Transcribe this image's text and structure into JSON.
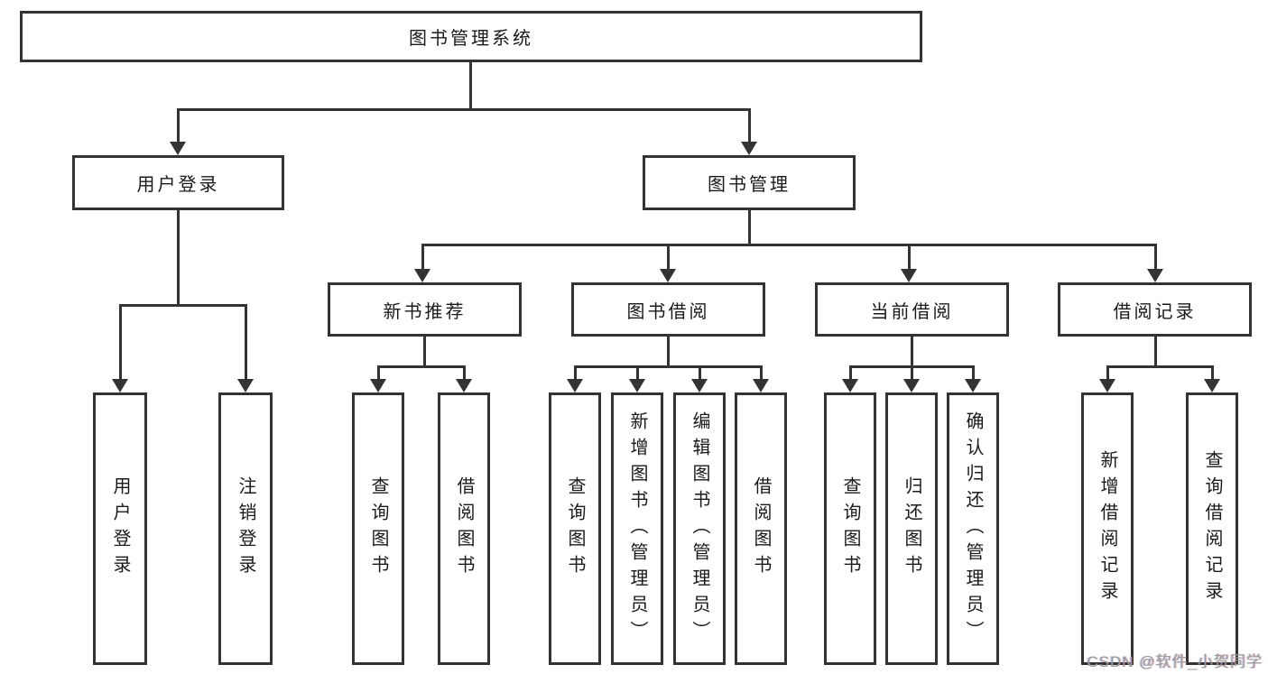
{
  "title": "图书管理系统",
  "colors": {
    "line": "#333333",
    "box_border": "#333333",
    "text": "#1a1a1a",
    "watermark": "#9c9c9c",
    "background": "#ffffff"
  },
  "level1": {
    "user_login": {
      "label": "用户登录"
    },
    "book_management": {
      "label": "图书管理"
    }
  },
  "level2": {
    "new_book_recommend": {
      "label": "新书推荐"
    },
    "book_borrow": {
      "label": "图书借阅"
    },
    "current_borrow": {
      "label": "当前借阅"
    },
    "borrow_record": {
      "label": "借阅记录"
    }
  },
  "leaves": {
    "user_login": {
      "label": "用户登录"
    },
    "logout": {
      "label": "注销登录"
    },
    "query_books_a": {
      "label": "查询图书"
    },
    "borrow_books_a": {
      "label": "借阅图书"
    },
    "query_books_b": {
      "label": "查询图书"
    },
    "add_book_admin": {
      "label": "新增图书（管理员）"
    },
    "edit_book_admin": {
      "label": "编辑图书（管理员）"
    },
    "borrow_books_b": {
      "label": "借阅图书"
    },
    "query_books_c": {
      "label": "查询图书"
    },
    "return_books": {
      "label": "归还图书"
    },
    "confirm_return_admin": {
      "label": "确认归还（管理员）"
    },
    "add_borrow_record": {
      "label": "新增借阅记录"
    },
    "query_borrow_record": {
      "label": "查询借阅记录"
    }
  },
  "watermark": "CSDN @软件_小贺同学"
}
